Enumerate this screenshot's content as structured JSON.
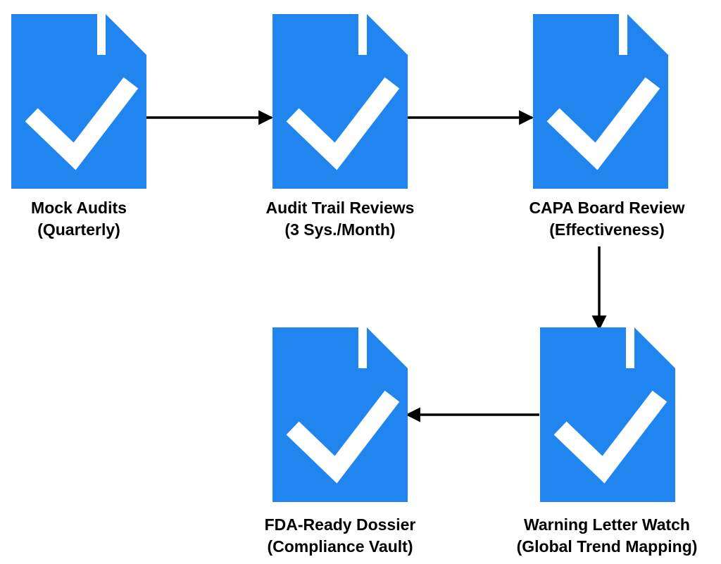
{
  "colors": {
    "document": "#2185f0",
    "check": "#ffffff",
    "arrow": "#000000",
    "label": "#000000",
    "background": "#ffffff"
  },
  "icon": "document-check-icon",
  "nodes": [
    {
      "line1": "Mock Audits",
      "line2": "(Quarterly)"
    },
    {
      "line1": "Audit Trail Reviews",
      "line2": "(3 Sys./Month)"
    },
    {
      "line1": "CAPA Board Review",
      "line2": "(Effectiveness)"
    },
    {
      "line1": "Warning Letter Watch",
      "line2": "(Global Trend Mapping)"
    },
    {
      "line1": "FDA-Ready Dossier",
      "line2": "(Compliance Vault)"
    }
  ],
  "edges": [
    {
      "from": 0,
      "to": 1
    },
    {
      "from": 1,
      "to": 2
    },
    {
      "from": 2,
      "to": 3
    },
    {
      "from": 3,
      "to": 4
    }
  ]
}
